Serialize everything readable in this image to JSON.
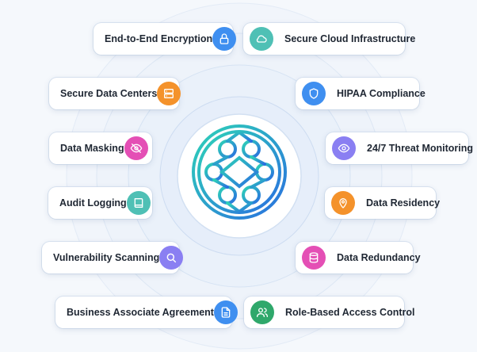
{
  "features": {
    "left": [
      {
        "label": "End-to-End Encryption",
        "icon": "lock-icon",
        "color": "#3f8ff0"
      },
      {
        "label": "Secure Data Centers",
        "icon": "server-icon",
        "color": "#f4922b"
      },
      {
        "label": "Data Masking",
        "icon": "eye-off-icon",
        "color": "#e44fb5"
      },
      {
        "label": "Audit Logging",
        "icon": "book-icon",
        "color": "#4fc0b5"
      },
      {
        "label": "Vulnerability Scanning",
        "icon": "search-icon",
        "color": "#8a7ff2"
      },
      {
        "label": "Business Associate Agreement",
        "icon": "document-icon",
        "color": "#3f8ff0"
      }
    ],
    "right": [
      {
        "label": "Secure Cloud Infrastructure",
        "icon": "cloud-icon",
        "color": "#4fc0b5"
      },
      {
        "label": "HIPAA Compliance",
        "icon": "shield-icon",
        "color": "#3f8ff0"
      },
      {
        "label": "24/7 Threat Monitoring",
        "icon": "eye-icon",
        "color": "#8a7ff2"
      },
      {
        "label": "Data Residency",
        "icon": "map-pin-icon",
        "color": "#f4922b"
      },
      {
        "label": "Data Redundancy",
        "icon": "database-icon",
        "color": "#e44fb5"
      },
      {
        "label": "Role-Based Access Control",
        "icon": "users-icon",
        "color": "#2fa86b"
      }
    ]
  }
}
